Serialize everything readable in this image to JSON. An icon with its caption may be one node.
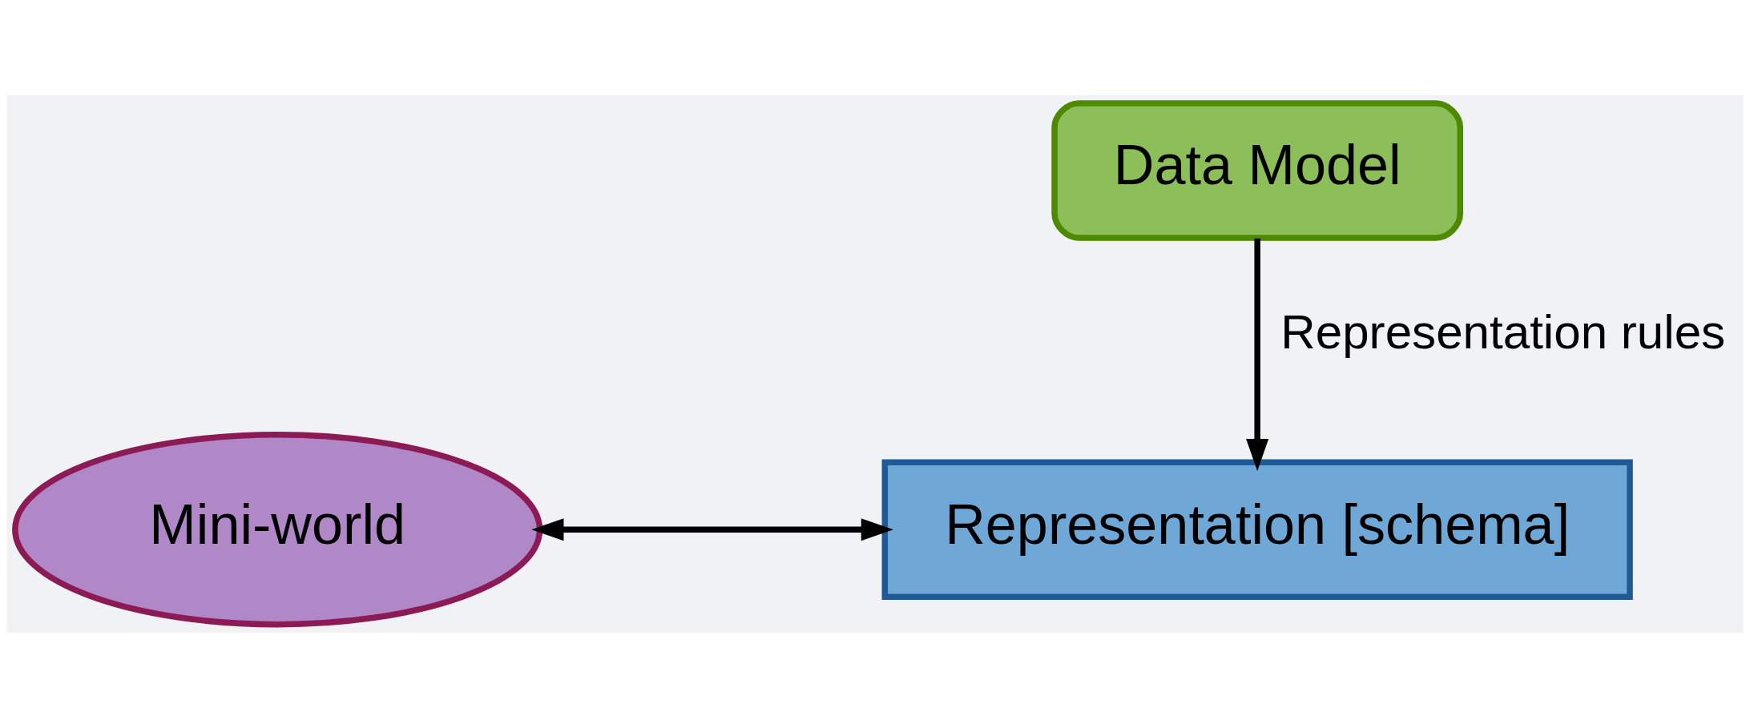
{
  "diagram": {
    "nodes": [
      {
        "text": [
          "Data Model"
        ]
      },
      {
        "text": [
          "Mini-world"
        ]
      },
      {
        "text": [
          "Representation [schema]"
        ]
      }
    ],
    "edges": [
      {
        "from": 0,
        "to": 2,
        "arrow": "to",
        "label": "Representation rules"
      },
      {
        "from": 1,
        "to": 2,
        "arrow": "both"
      }
    ]
  }
}
